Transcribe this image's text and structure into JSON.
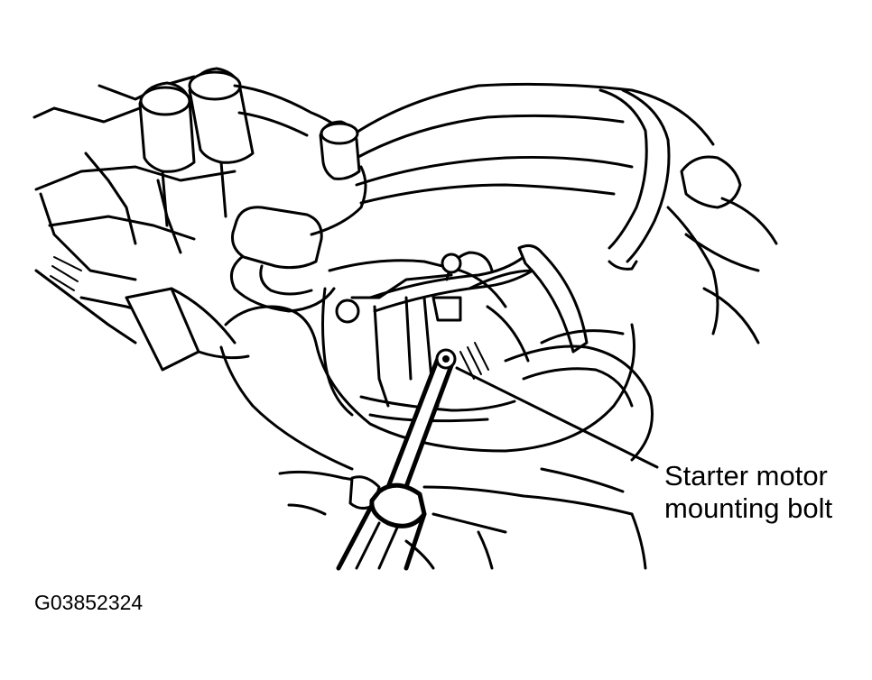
{
  "callout": {
    "line1": "Starter motor",
    "line2": "mounting bolt"
  },
  "figure_code": "G03852324",
  "colors": {
    "ink": "#000000",
    "paper": "#ffffff"
  }
}
